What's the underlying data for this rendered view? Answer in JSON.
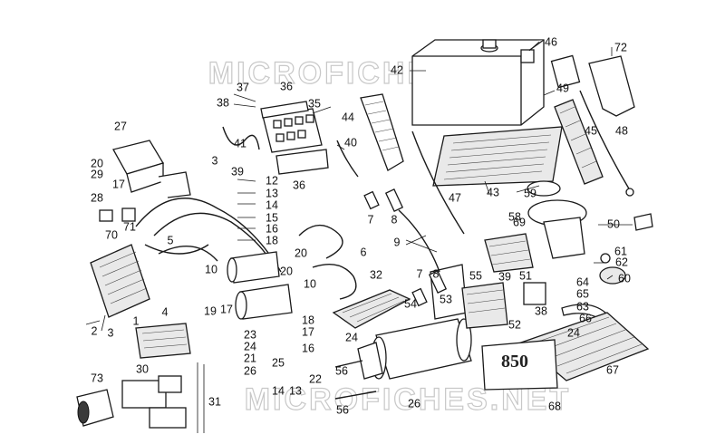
{
  "watermark": {
    "top_text": "MICROFICHES.NET",
    "bottom_text": "MICROFICHES.NET"
  },
  "stamp_text": "850",
  "callouts": [
    "1",
    "2",
    "3",
    "3",
    "4",
    "5",
    "6",
    "7",
    "7",
    "8",
    "8",
    "9",
    "10",
    "10",
    "12",
    "13",
    "14",
    "15",
    "16",
    "16",
    "17",
    "17",
    "17",
    "18",
    "18",
    "19",
    "20",
    "20",
    "20",
    "21",
    "22",
    "23",
    "24",
    "24",
    "24",
    "25",
    "26",
    "26",
    "27",
    "28",
    "29",
    "30",
    "31",
    "32",
    "35",
    "36",
    "36",
    "37",
    "38",
    "38",
    "39",
    "39",
    "40",
    "41",
    "42",
    "43",
    "44",
    "45",
    "46",
    "47",
    "48",
    "49",
    "50",
    "51",
    "52",
    "53",
    "54",
    "55",
    "56",
    "56",
    "58",
    "59",
    "60",
    "61",
    "62",
    "63",
    "64",
    "65",
    "66",
    "67",
    "68",
    "69",
    "70",
    "71",
    "72",
    "73",
    "14",
    "13"
  ]
}
